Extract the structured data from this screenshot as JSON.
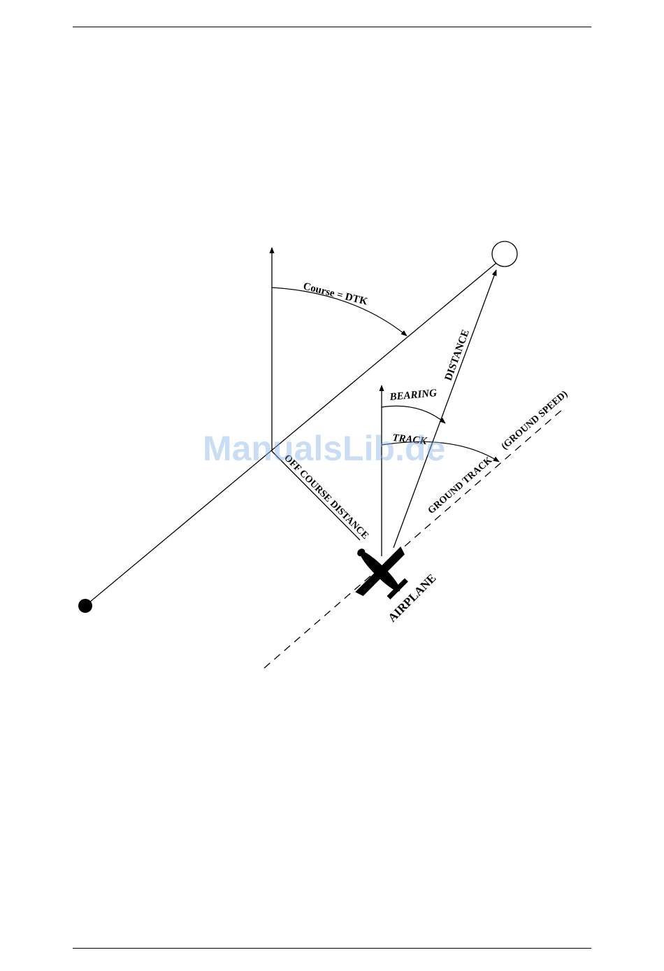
{
  "labels": {
    "course": "Course = DTK",
    "distance": "DISTANCE",
    "bearing": "BEARING",
    "track": "TRACK",
    "ground_speed": "(GROUND SPEED)",
    "ground_track": "GROUND TRACK",
    "off_course_distance": "OFF COURSE DISTANCE",
    "airplane": "AIRPLANE"
  },
  "watermark": "ManualsLib.de"
}
